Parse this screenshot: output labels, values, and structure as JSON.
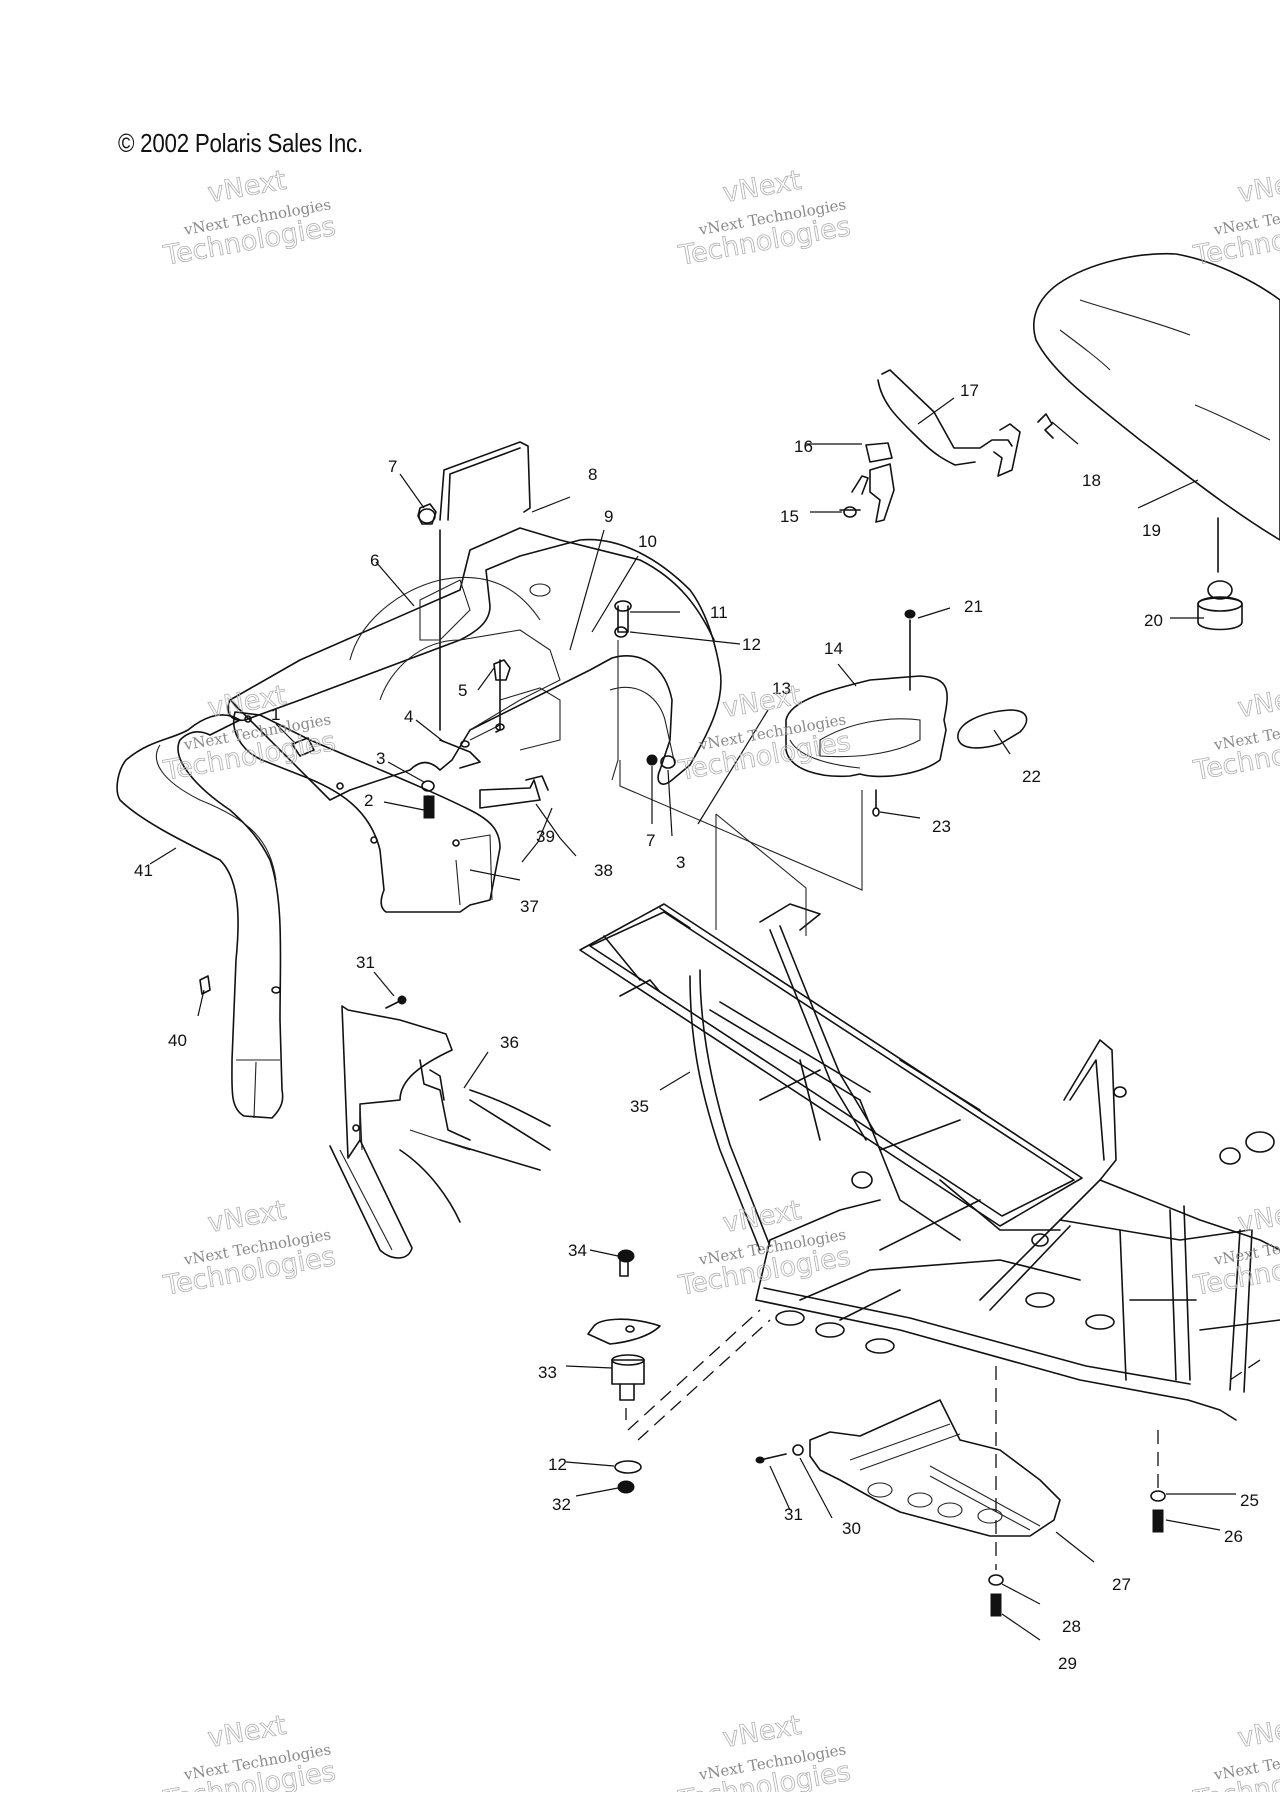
{
  "copyright": "© 2002 Polaris Sales Inc.",
  "watermark": {
    "line1": "vNext Technologies",
    "line2": "Technologies",
    "top": "vNext"
  },
  "callouts": [
    "1",
    "2",
    "3",
    "3",
    "4",
    "5",
    "6",
    "7",
    "7",
    "8",
    "9",
    "10",
    "11",
    "12",
    "12",
    "13",
    "14",
    "15",
    "16",
    "17",
    "18",
    "19",
    "20",
    "21",
    "22",
    "23",
    "25",
    "26",
    "27",
    "28",
    "29",
    "30",
    "31",
    "31",
    "32",
    "33",
    "34",
    "35",
    "36",
    "37",
    "38",
    "39",
    "40",
    "41"
  ]
}
